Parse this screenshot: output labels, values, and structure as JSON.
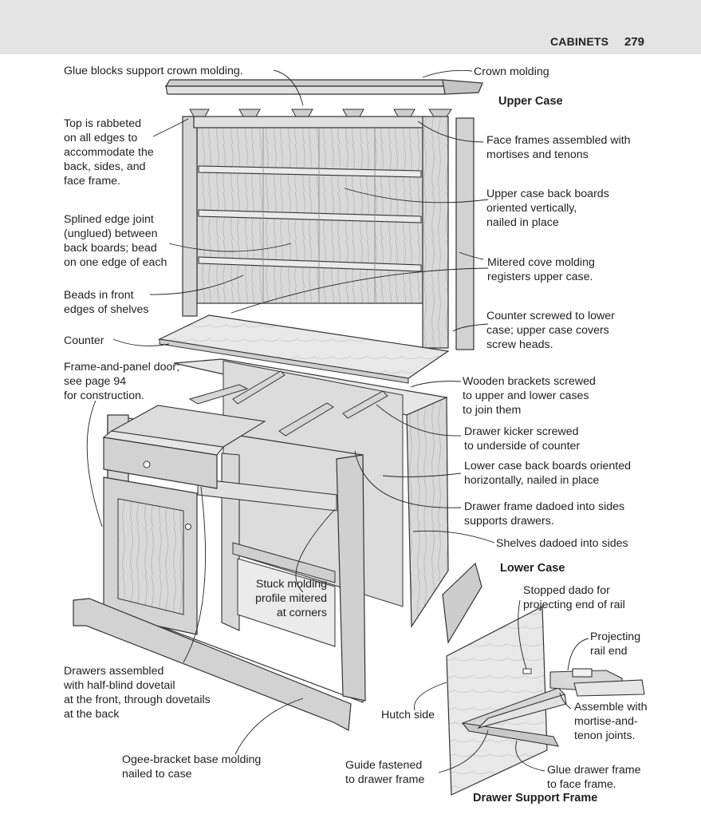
{
  "header": {
    "section": "CABINETS",
    "page_number": "279"
  },
  "titles": {
    "upper_case": "Upper Case",
    "lower_case": "Lower Case",
    "drawer_support_frame": "Drawer Support Frame"
  },
  "labels": {
    "glue_blocks": "Glue blocks support crown molding.",
    "crown_molding": "Crown molding",
    "top_rabbeted": "Top is rabbeted\non all edges to\naccommodate the\nback, sides, and\nface frame.",
    "face_frames": "Face frames assembled with\nmortises and tenons",
    "upper_back_boards": "Upper case back boards\noriented vertically,\nnailed in place",
    "splined_joint": "Splined edge joint\n(unglued) between\nback boards; bead\non one edge of each",
    "mitered_cove": "Mitered cove molding\nregisters upper case.",
    "beads_front": "Beads in front\nedges of shelves",
    "counter_screwed": "Counter screwed to lower\ncase; upper case covers\nscrew heads.",
    "counter": "Counter",
    "frame_panel_door": "Frame-and-panel door;\nsee page 94\nfor construction.",
    "wooden_brackets": "Wooden brackets screwed\nto upper and lower cases\nto join them",
    "drawer_kicker": "Drawer kicker screwed\nto underside of counter",
    "lower_back_boards": "Lower case back boards oriented\nhorizontally, nailed in place",
    "drawer_frame_dadoed": "Drawer frame dadoed into sides\nsupports drawers.",
    "shelves_dadoed": "Shelves dadoed into sides",
    "stuck_molding": "Stuck molding\nprofile mitered\nat corners",
    "stopped_dado": "Stopped dado for\nprojecting end of rail",
    "projecting_rail": "Projecting\nrail end",
    "drawers_assembled": "Drawers assembled\nwith half-blind dovetail\nat the front, through dovetails\nat the back",
    "hutch_side": "Hutch side",
    "mortise_tenon": "Assemble with\nmortise-and-\ntenon joints.",
    "ogee_bracket": "Ogee-bracket base molding\nnailed to case",
    "guide_fastened": "Guide fastened\nto drawer frame",
    "glue_drawer_frame": "Glue drawer frame\nto face frame."
  }
}
